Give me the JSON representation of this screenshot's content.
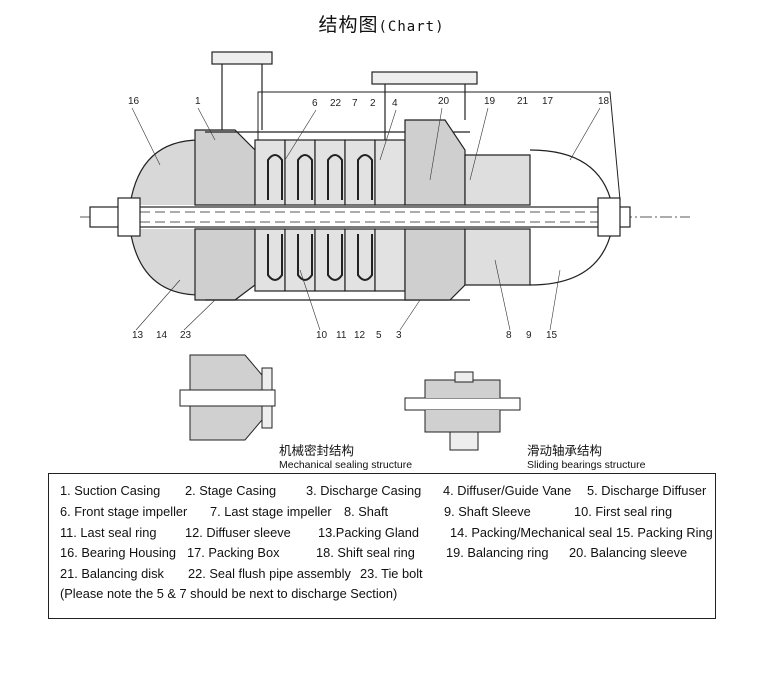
{
  "title": {
    "cn": "结构图",
    "en": "(Chart)"
  },
  "callouts": {
    "top": [
      "16",
      "1",
      "6",
      "22",
      "7",
      "2",
      "4",
      "20",
      "19",
      "21",
      "17",
      "18"
    ],
    "bottom": [
      "13",
      "14",
      "23",
      "10",
      "11",
      "12",
      "5",
      "3",
      "8",
      "9",
      "15"
    ]
  },
  "sub_diagrams": {
    "mechanical": {
      "cn": "机械密封结构",
      "en": "Mechanical sealing structure"
    },
    "sliding": {
      "cn": "滑动轴承结构",
      "en": "Sliding bearings structure"
    }
  },
  "legend": {
    "rows": [
      [
        "1.   Suction Casing",
        "2. Stage Casing",
        "3. Discharge Casing",
        "4. Diffuser/Guide Vane",
        "5. Discharge Diffuser"
      ],
      [
        "6.   Front stage impeller",
        "7. Last stage impeller",
        "8. Shaft",
        "9. Shaft Sleeve",
        "10. First seal ring"
      ],
      [
        "11. Last seal ring",
        "12. Diffuser sleeve",
        "13.Packing Gland",
        "14. Packing/Mechanical seal",
        "15. Packing Ring"
      ],
      [
        "16. Bearing Housing",
        "17. Packing Box",
        "18. Shift  seal ring",
        "19. Balancing ring",
        "20. Balancing sleeve"
      ],
      [
        "21. Balancing disk",
        "22. Seal flush pipe assembly",
        "23. Tie bolt"
      ]
    ],
    "note": "(Please note the 5 & 7 should be next to discharge Section)"
  }
}
